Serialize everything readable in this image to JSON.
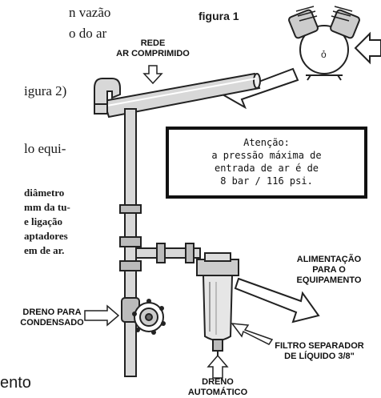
{
  "text": {
    "l1": "n vazão",
    "l2": "o do ar",
    "l3": "igura 2)",
    "l4": "lo equi-",
    "b1": "diâmetro",
    "b2": "mm da tu-",
    "b3": "e ligação",
    "b4": "aptadores",
    "b5": "em de ar.",
    "bottom": "ento"
  },
  "figure": {
    "title": "figura 1",
    "labels": {
      "rede_1": "REDE",
      "rede_2": "AR COMPRIMIDO",
      "alim_1": "ALIMENTAÇÃO",
      "alim_2": "PARA O",
      "alim_3": "EQUIPAMENTO",
      "dreno_cond_1": "DRENO PARA",
      "dreno_cond_2": "CONDENSADO",
      "filtro_1": "FILTRO SEPARADOR",
      "filtro_2": "DE LÍQUIDO 3/8\"",
      "dreno_auto_1": "DRENO",
      "dreno_auto_2": "AUTOMÁTICO"
    },
    "notice": {
      "line1": "Atenção:",
      "line2": "a pressão máxima de",
      "line3": "entrada de ar é de",
      "line4": "8 bar / 116 psi."
    }
  }
}
